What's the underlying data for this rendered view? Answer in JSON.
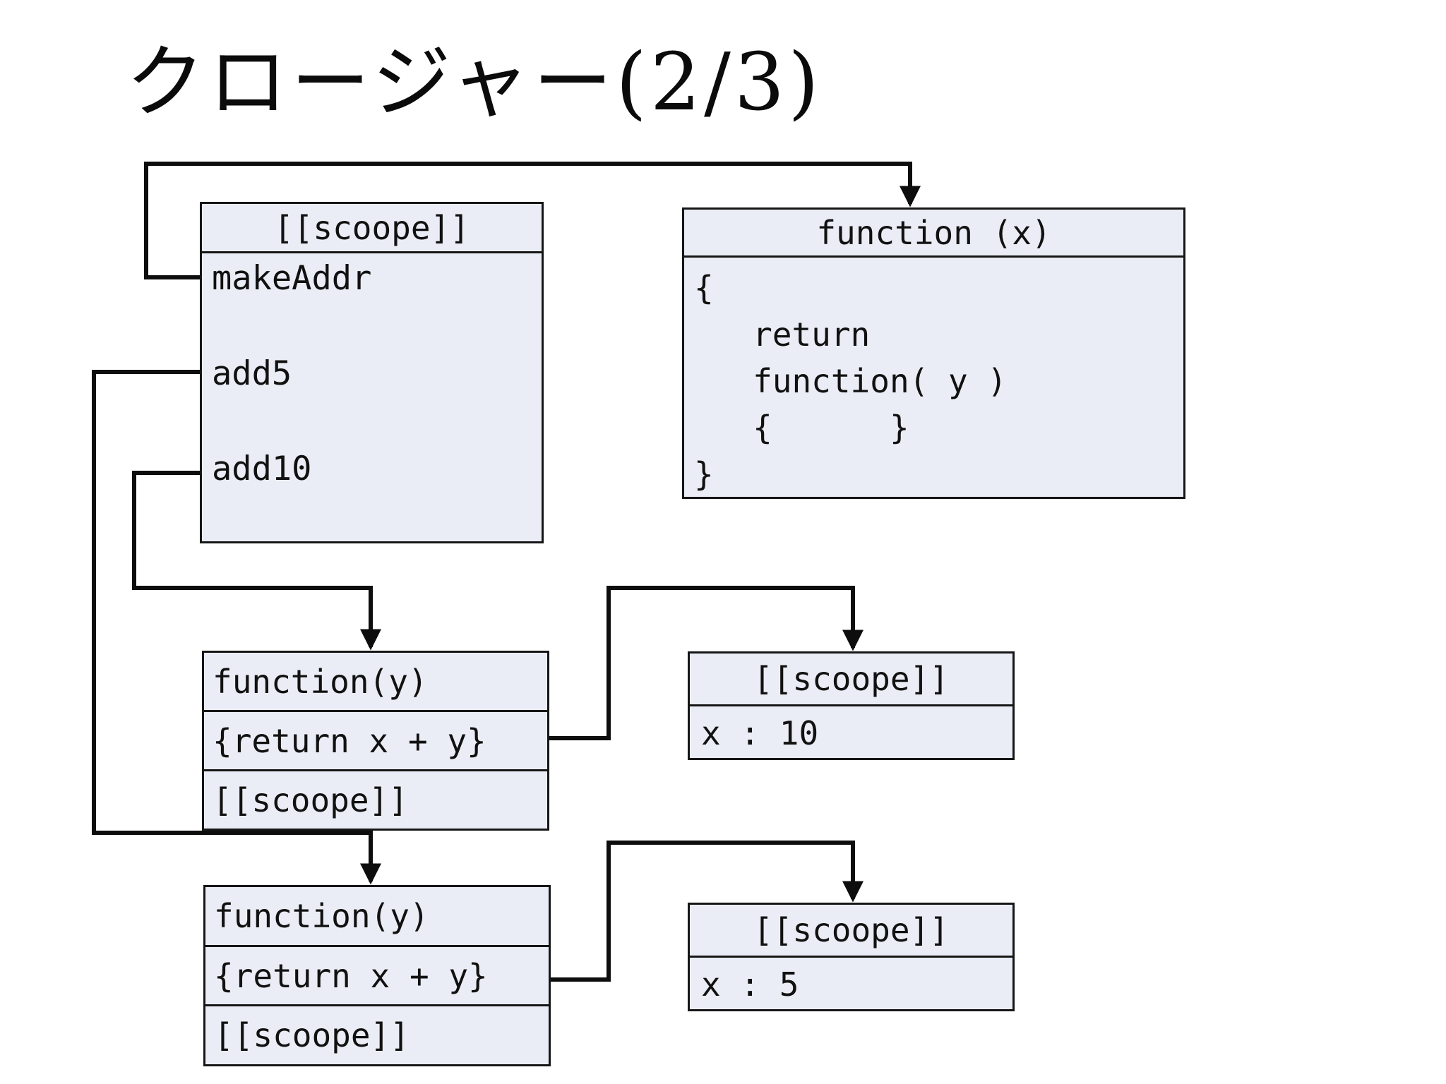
{
  "title": "クロージャー(2/3)",
  "colors": {
    "background": "#ffffff",
    "box_fill": "#eaedf5",
    "box_border": "#161616",
    "arrow": "#0d0d0d",
    "text": "#111111"
  },
  "scope_main": {
    "header": "[[scoope]]",
    "entries": [
      "makeAddr",
      "add5",
      "add10"
    ]
  },
  "function_x": {
    "header": "function (x)",
    "body": "{\n   return\n   function( y )\n   {      }\n}"
  },
  "closure_add10": {
    "rows": [
      "function(y)",
      "{return x + y}",
      "[[scoope]]"
    ]
  },
  "closure_add5": {
    "rows": [
      "function(y)",
      "{return x + y}",
      "[[scoope]]"
    ]
  },
  "scope_x10": {
    "header": "[[scoope]]",
    "value": "x : 10"
  },
  "scope_x5": {
    "header": "[[scoope]]",
    "value": "x : 5"
  }
}
